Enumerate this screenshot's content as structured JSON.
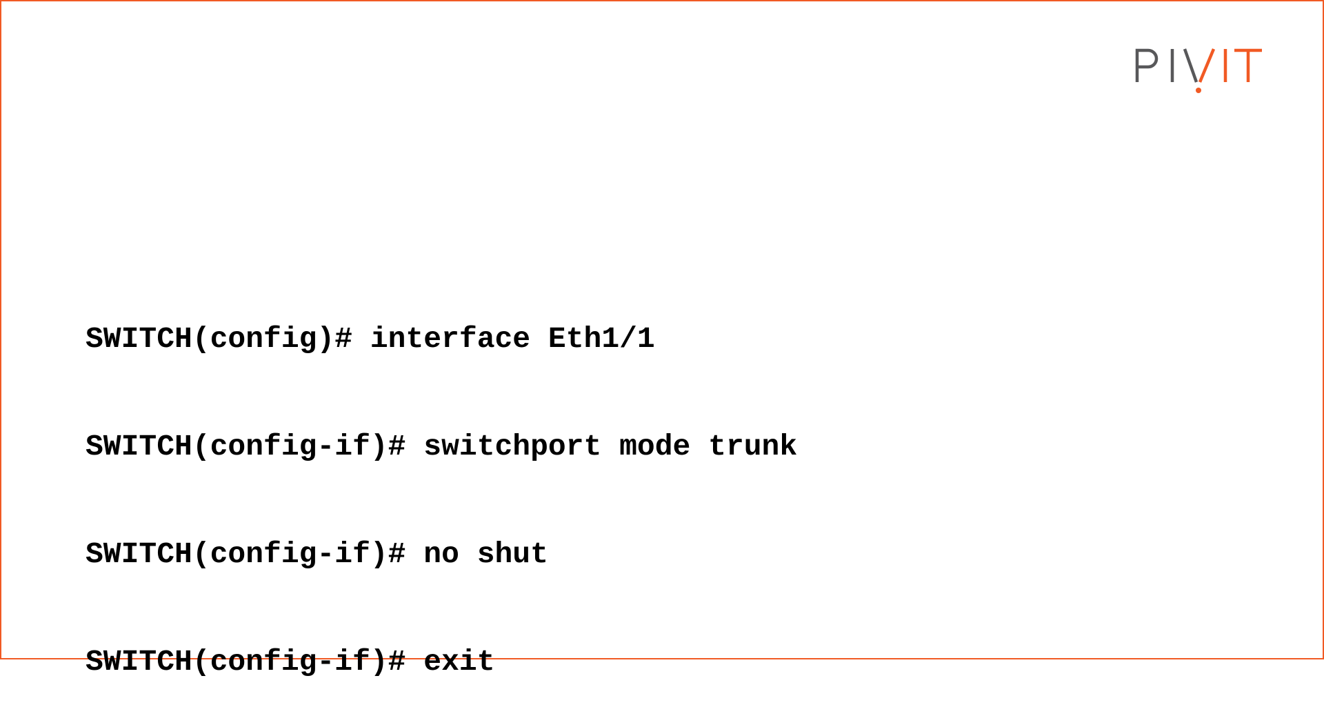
{
  "logo": {
    "text": "PIVIT",
    "colors": {
      "gray": "#58585a",
      "orange": "#f15a24"
    }
  },
  "border_color": "#f15a24",
  "terminal": {
    "lines": [
      "SWITCH(config)# interface Eth1/1",
      "SWITCH(config-if)# switchport mode trunk",
      "SWITCH(config-if)# no shut",
      "SWITCH(config-if)# exit"
    ]
  }
}
